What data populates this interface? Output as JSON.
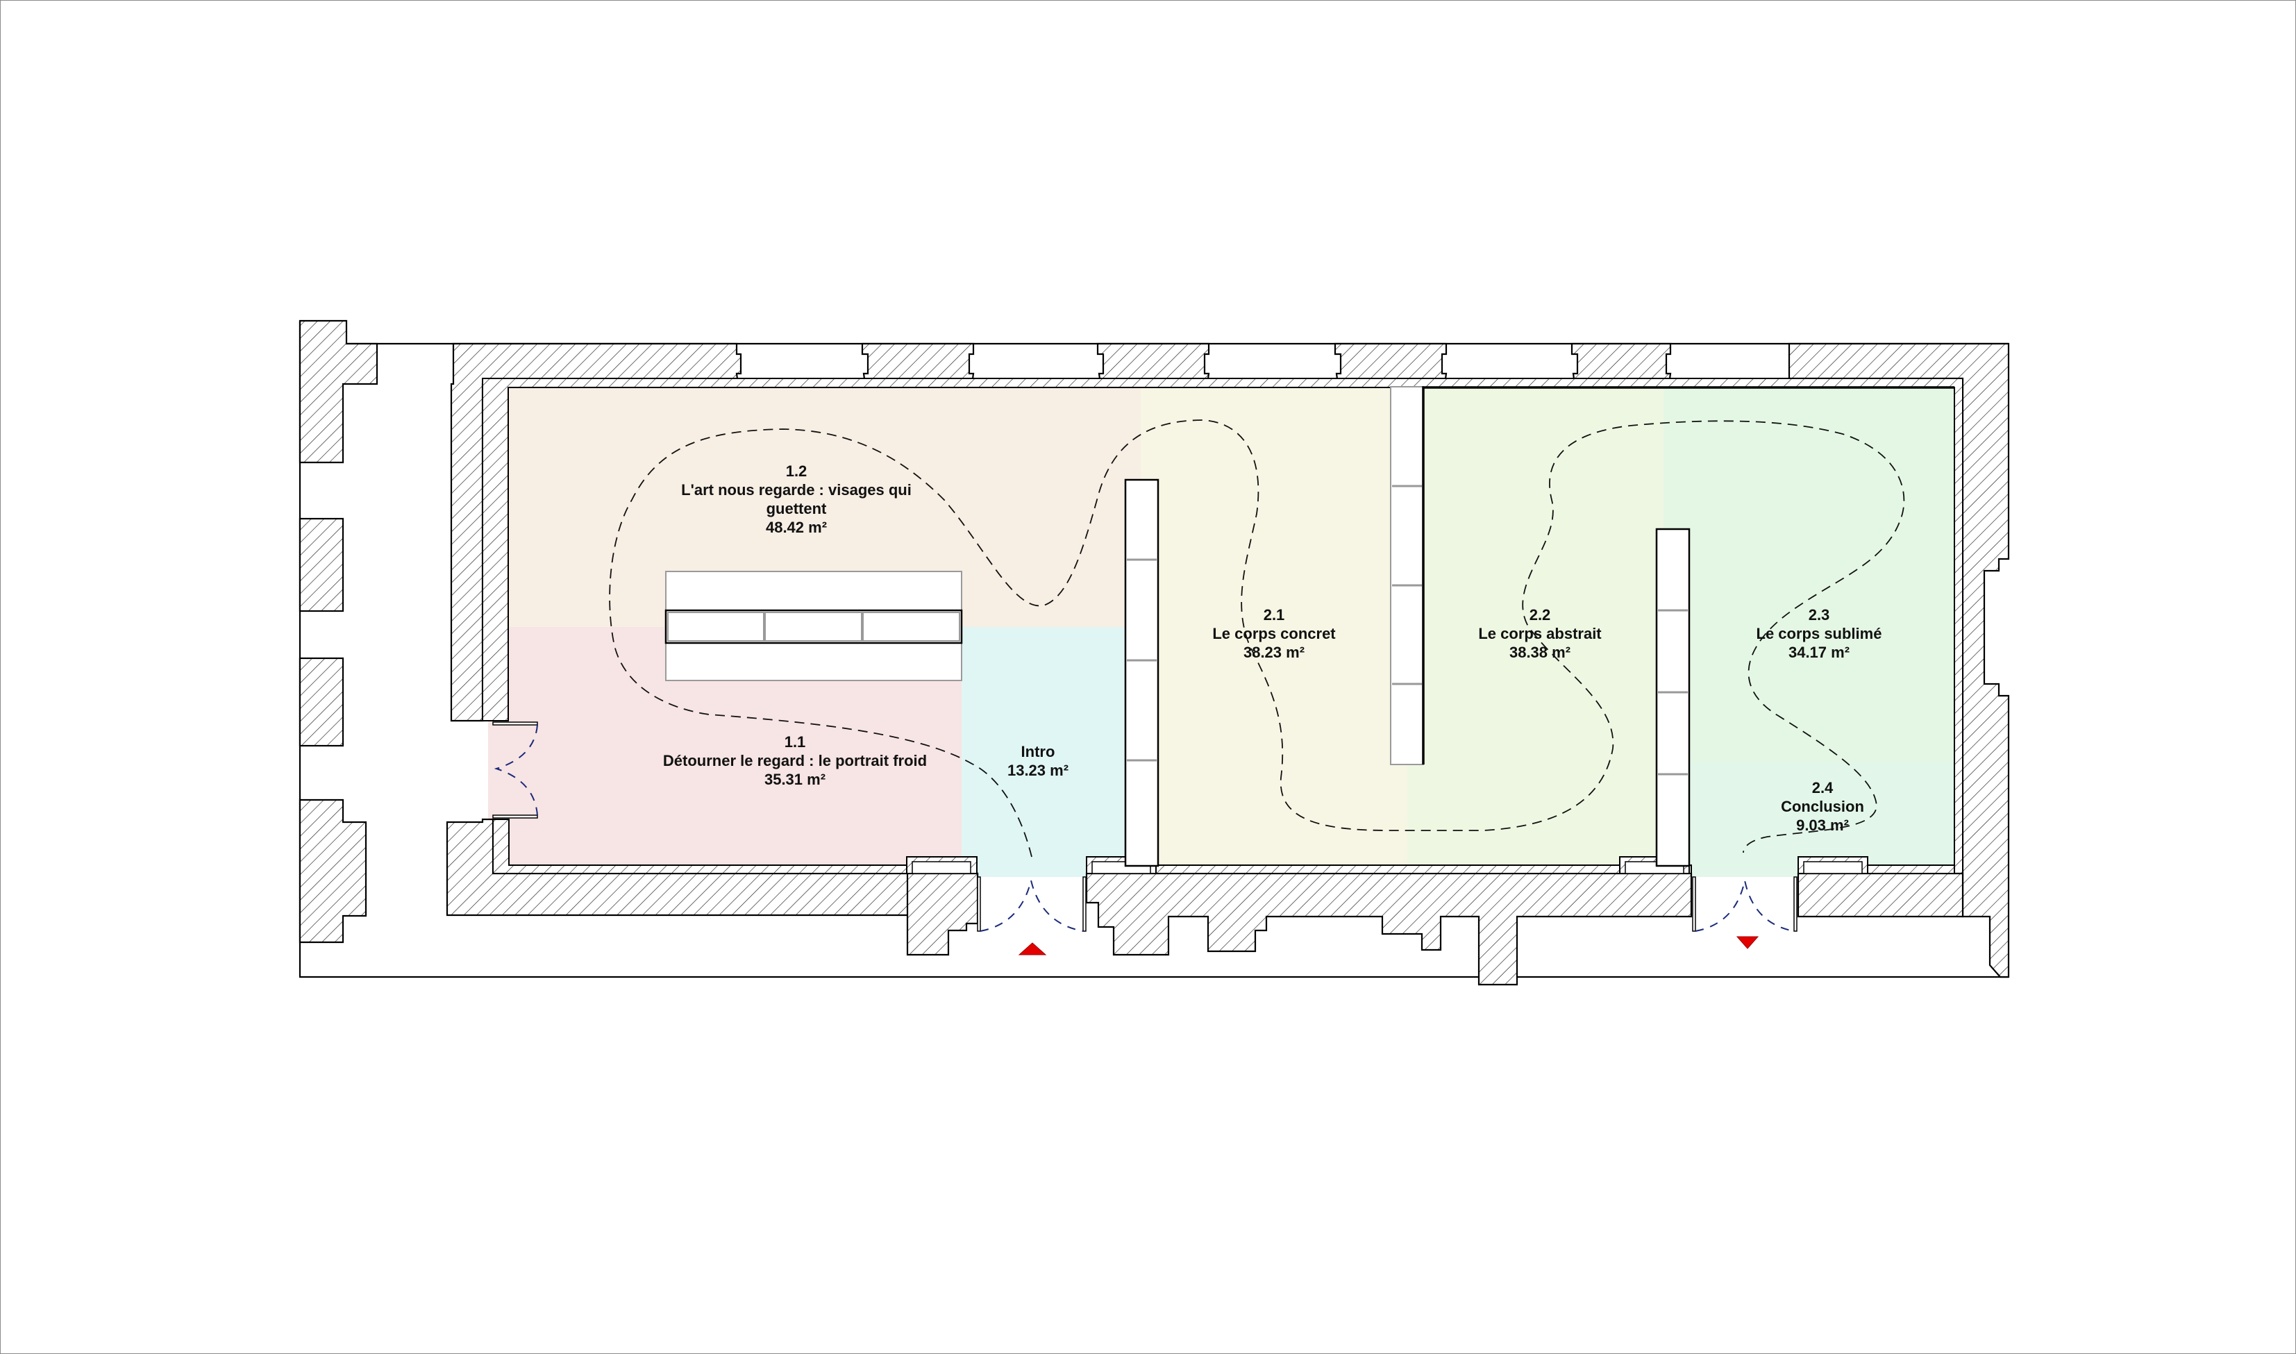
{
  "plan": {
    "type": "exhibition floor plan",
    "colors": {
      "zone_1_2": "#f7eee4",
      "zone_1_1": "#f7e4e4",
      "zone_intro": "#e0f6f4",
      "zone_2_1": "#f7f6e4",
      "zone_2_2": "#eef7e2",
      "zone_2_3": "#e4f7e4",
      "zone_2_4": "#e2f7ea",
      "arrow": "#e30000",
      "door_swing": "#1a2a7a"
    },
    "zones": [
      {
        "id": "1.2",
        "lines": [
          "1.2",
          "L'art nous regarde : visages qui",
          "guettent",
          "48.42 m²"
        ]
      },
      {
        "id": "1.1",
        "lines": [
          "1.1",
          "Détourner le regard : le portrait froid",
          "35.31 m²"
        ]
      },
      {
        "id": "intro",
        "lines": [
          "Intro",
          "13.23 m²"
        ]
      },
      {
        "id": "2.1",
        "lines": [
          "2.1",
          "Le corps concret",
          "38.23 m²"
        ]
      },
      {
        "id": "2.2",
        "lines": [
          "2.2",
          "Le corps abstrait",
          "38.38 m²"
        ]
      },
      {
        "id": "2.3",
        "lines": [
          "2.3",
          "Le corps sublimé",
          "34.17 m²"
        ]
      },
      {
        "id": "2.4",
        "lines": [
          "2.4",
          "Conclusion",
          "9.03 m²"
        ]
      }
    ],
    "markers": {
      "entrance_arrow": "up-triangle",
      "exit_arrow": "down-triangle"
    }
  }
}
